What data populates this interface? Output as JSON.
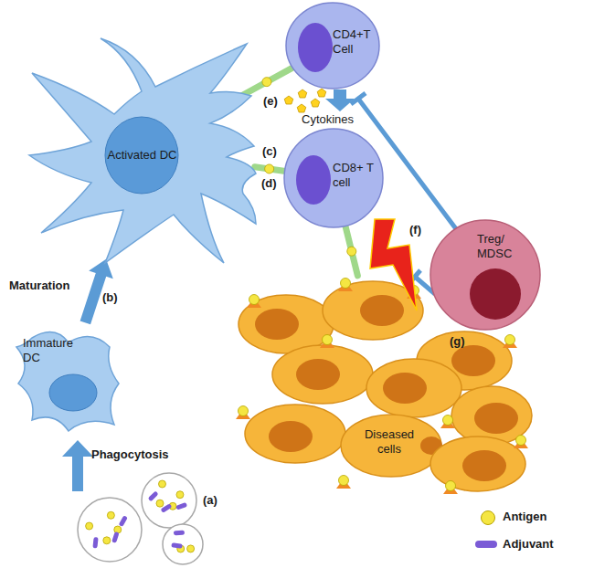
{
  "diagram": {
    "nodes": [
      {
        "text": [
          "Activated DC"
        ]
      },
      {
        "text": [
          "CD4+T Cell"
        ]
      },
      {
        "text": [
          "CD8+ T cell"
        ]
      },
      {
        "text": [
          "Treg/ MDSC"
        ]
      },
      {
        "text": [
          "Immature DC"
        ]
      },
      {
        "text": [
          "Diseased cells"
        ]
      }
    ],
    "edges": [
      {
        "from": 4,
        "to": 0,
        "arrow": "to",
        "label": "Maturation"
      },
      {
        "from": 0,
        "to": 1,
        "arrow": "none"
      },
      {
        "from": 0,
        "to": 2,
        "arrow": "none"
      },
      {
        "from": 2,
        "to": 5,
        "arrow": "none"
      }
    ],
    "labels": [
      "(a)",
      "Phagocytosis",
      "(b)",
      "(c)",
      "(d)",
      "(e)",
      "Cytokines",
      "(f)",
      "(g)"
    ],
    "legend": [
      {
        "text": "Antigen",
        "color": "#f5e642"
      },
      {
        "text": "Adjuvant",
        "color": "#7b5bd6"
      }
    ]
  }
}
